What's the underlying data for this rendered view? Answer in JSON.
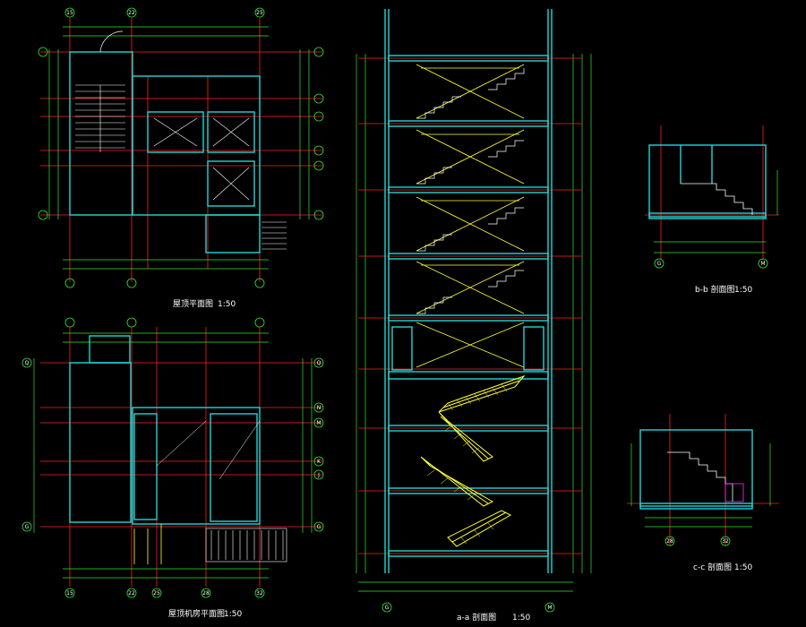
{
  "drawings": {
    "plan_top": {
      "title": "屋顶平面图",
      "scale": "1:50"
    },
    "plan_bottom": {
      "title": "屋顶机房平面图",
      "scale": "1:50"
    },
    "section_aa": {
      "title": "a-a 剖面图",
      "scale": "1:50"
    },
    "section_bb": {
      "title": "b-b 剖面图",
      "scale": "1:50"
    },
    "section_cc": {
      "title": "c-c 剖面图",
      "scale": "1:50"
    }
  },
  "grid_labels": {
    "top_h": [
      "15",
      "22",
      "25"
    ],
    "bottom_h": [
      "15",
      "22",
      "28",
      "25",
      "32"
    ],
    "rows": [
      "Q",
      "N",
      "M",
      "K",
      "J",
      "G"
    ],
    "section_aa_bottom": [
      "G",
      "M"
    ],
    "section_bb_bottom": [
      "G",
      "M"
    ],
    "section_cc_bottom": [
      "28",
      "32"
    ]
  },
  "colors": {
    "background": "#000000",
    "wall": "#1fd6d6",
    "dimension": "#2ee82e",
    "axis_line": "#ff2020",
    "stair": "#ffff33",
    "text": "#ffffff",
    "hatch": "#ff33ff",
    "annotation": "#ff66ff"
  }
}
